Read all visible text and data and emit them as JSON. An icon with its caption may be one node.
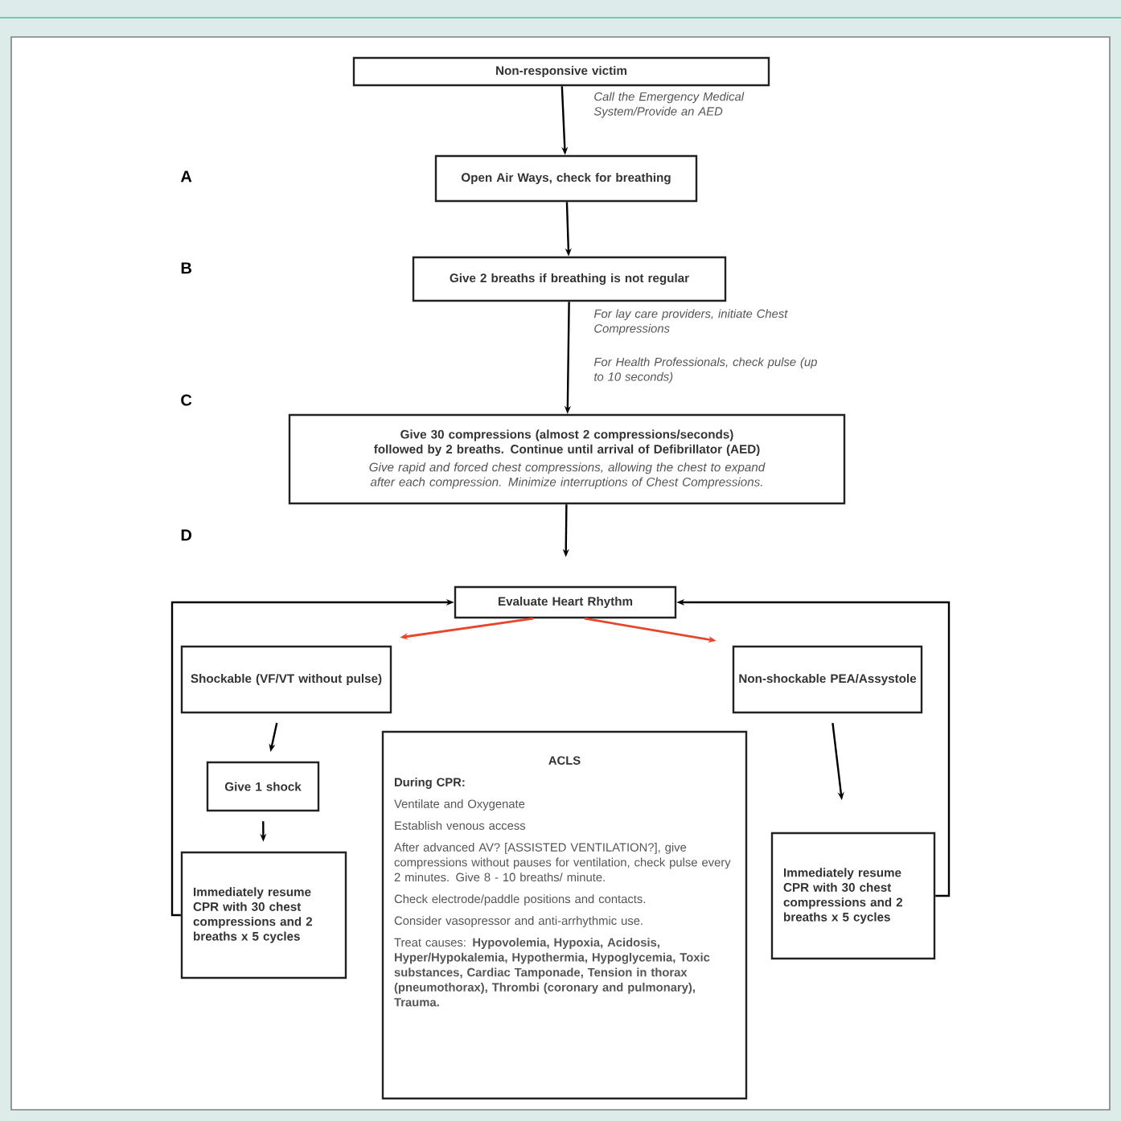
{
  "diagram": {
    "nodes": [
      {
        "text": [
          "Non-responsive victim"
        ]
      },
      {
        "text": [
          "Open Air Ways, check for breathing"
        ]
      },
      {
        "text": [
          "Give 2 breaths if breathing is not regular"
        ]
      },
      {
        "text": [
          "Give 30 compressions (almost 2 compressions/seconds) followed by 2 breaths. Continue until arrival of Defibrillator (AED)",
          "Give rapid and forced chest compressions, allowing the chest to expand after each compression. Minimize interruptions of Chest Compressions."
        ]
      },
      {
        "text": [
          "Evaluate Heart Rhythm"
        ]
      },
      {
        "text": [
          "Shockable (VF/VT without pulse)"
        ]
      },
      {
        "text": [
          "Non-shockable PEA/Assystole"
        ]
      },
      {
        "text": [
          "Give 1 shock"
        ]
      },
      {
        "text": [
          "Immediately resume CPR with 30 chest compressions and 2 breaths x 5 cycles"
        ]
      },
      {
        "text": [
          "ACLS",
          "During CPR:",
          "Ventilate and Oxygenate",
          "Establish venous access",
          "After advanced AV? [ASSISTED VENTILATION?], give compressions without pauses for ventilation, check pulse every 2 minutes. Give 8 - 10 breaths/ minute.",
          "Check electrode/paddle positions and contacts.",
          "Consider vasopressor and anti-arrhythmic use.",
          "Treat causes: **Hypovolemia, Hypoxia, Acidosis, Hyper/Hypokalemia, Hypothermia, Hypoglycemia, Toxic substances, Cardiac Tamponade, Tension in thorax (pneumothorax), Thrombi (coronary and pulmonary), Trauma.**"
        ]
      },
      {
        "text": [
          "Immediately resume CPR with 30 chest compressions and 2 breaths x 5 cycles"
        ]
      }
    ],
    "edges": [
      {
        "from": 0,
        "to": 1,
        "arrow": "to"
      },
      {
        "from": 1,
        "to": 2,
        "arrow": "to"
      },
      {
        "from": 2,
        "to": 3,
        "arrow": "to"
      },
      {
        "from": 3,
        "to": 4,
        "arrow": "to"
      },
      {
        "from": 4,
        "to": 5,
        "arrow": "to",
        "color": "#e8452c"
      },
      {
        "from": 4,
        "to": 6,
        "arrow": "to",
        "color": "#e8452c"
      },
      {
        "from": 5,
        "to": 7,
        "arrow": "to"
      },
      {
        "from": 7,
        "to": 8,
        "arrow": "to"
      },
      {
        "from": 8,
        "to": 4,
        "arrow": "to"
      },
      {
        "from": 6,
        "to": 10,
        "arrow": "to"
      },
      {
        "from": 10,
        "to": 4,
        "arrow": "to"
      }
    ],
    "labels": [
      "Call the Emergency Medical System/Provide an AED",
      "A",
      "B",
      "For lay care providers, initiate Chest Compressions",
      "For Health Professionals, check pulse (up to 10 seconds)",
      "C",
      "D"
    ]
  }
}
